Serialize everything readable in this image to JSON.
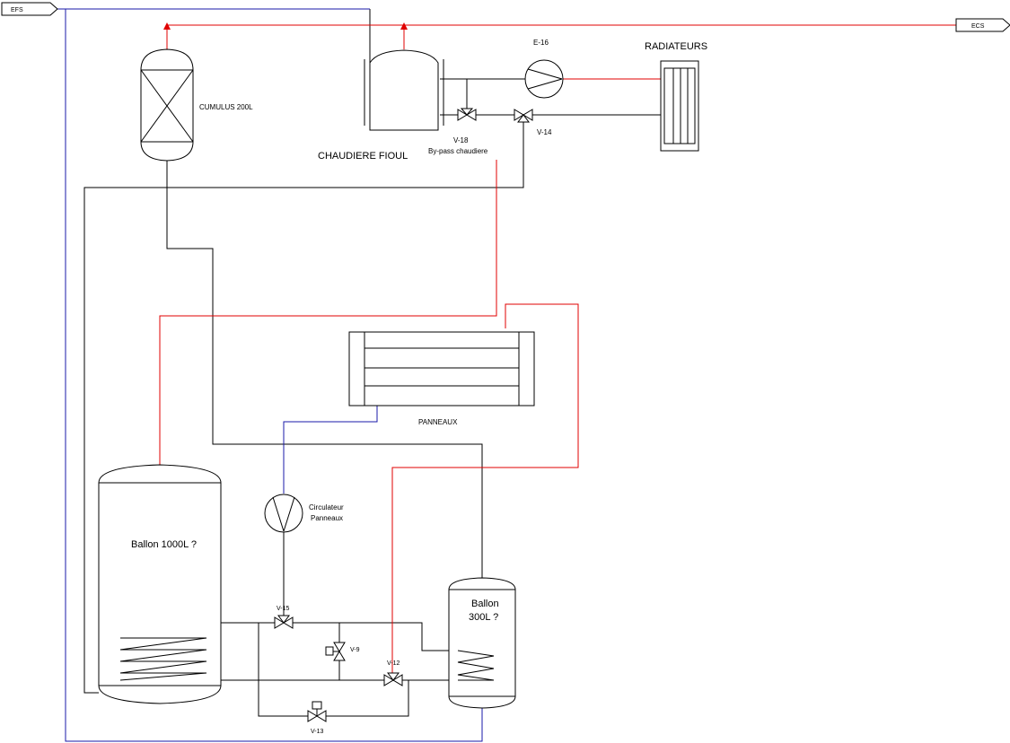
{
  "labels": {
    "efs": "EFS",
    "ecs": "ECS",
    "cumulus": "CUMULUS 200L",
    "chaudiere": "CHAUDIERE FIOUL",
    "e16": "E-16",
    "radiateurs": "RADIATEURS",
    "v18": "V-18",
    "bypass": "By-pass chaudiere",
    "v14": "V-14",
    "panneaux": "PANNEAUX",
    "circ_line1": "Circulateur",
    "circ_line2": "Panneaux",
    "ballon1000": "Ballon 1000L ?",
    "ballon300_line1": "Ballon",
    "ballon300_line2": "300L ?",
    "v15": "V-15",
    "v9": "V-9",
    "v12": "V-12",
    "v13": "V-13"
  },
  "colors": {
    "hot_line": "#e00000",
    "cold_line": "#1a1aa8",
    "pipe": "#000000"
  }
}
